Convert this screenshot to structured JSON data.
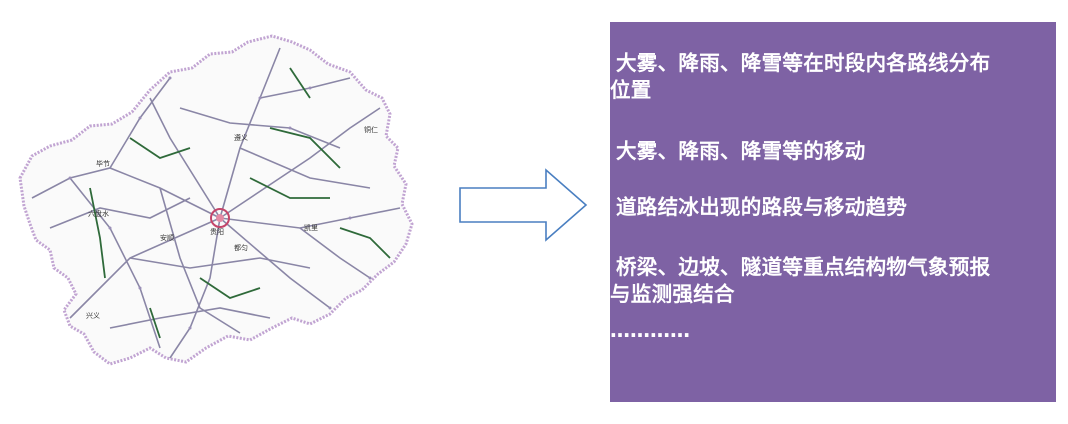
{
  "colors": {
    "panel_bg": "#7e62a4",
    "panel_text": "#ffffff",
    "arrow_stroke": "#4a7fc1",
    "map_border": "#b79ac7",
    "map_road_gray": "#7d7a99",
    "map_road_green": "#2e6b39"
  },
  "map": {
    "icon": "guizhou-road-network-map",
    "labels": [
      "毕节",
      "遵义",
      "铜仁",
      "六盘水",
      "安顺",
      "贵阳",
      "凯里",
      "都匀",
      "兴义"
    ]
  },
  "arrow": {
    "icon": "right-arrow-outline"
  },
  "panel": {
    "items": [
      {
        "line1": "大雾、降雨、降雪等在时段内各路线分布",
        "line2": "位置"
      },
      {
        "line1": "大雾、降雨、降雪等的移动",
        "line2": ""
      },
      {
        "line1": "道路结冰出现的路段与移动趋势",
        "line2": ""
      },
      {
        "line1": "桥梁、边坡、隧道等重点结构物气象预报",
        "line2": "与监测强结合"
      }
    ],
    "ellipsis": "…………"
  }
}
